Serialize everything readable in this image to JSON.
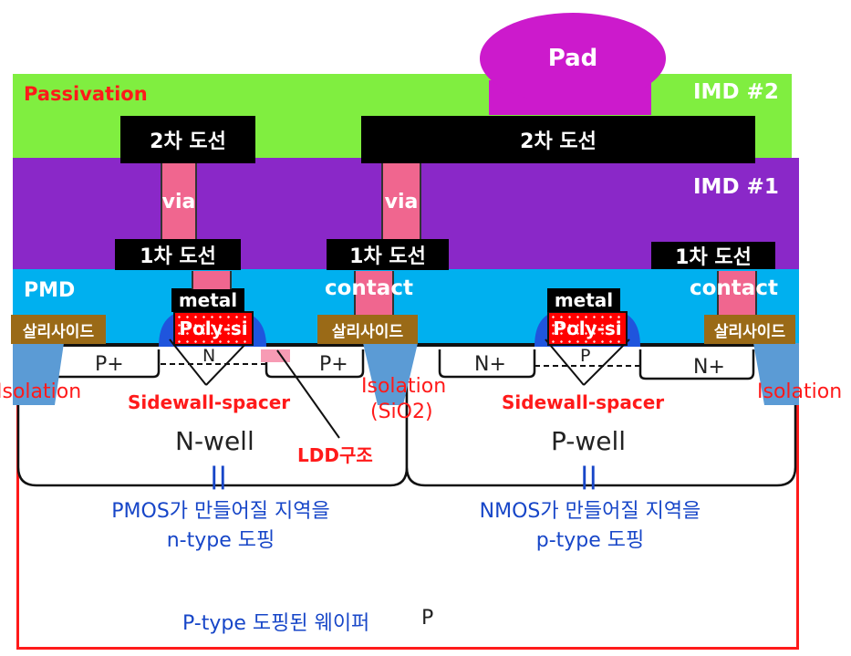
{
  "layers": {
    "passivation": "Passivation",
    "imd2": "IMD #2",
    "imd1": "IMD #1",
    "pmd": "PMD",
    "pad": "Pad"
  },
  "metal2": {
    "left": "2차 도선",
    "right": "2차 도선"
  },
  "via": {
    "left": "via",
    "right": "via"
  },
  "metal1": {
    "left": "1차 도선",
    "mid": "1차 도선",
    "right": "1차 도선"
  },
  "contact": {
    "left": "contact",
    "right": "contact"
  },
  "gate": {
    "metal_left": "metal",
    "metal_right": "metal",
    "poly_left": "Poly-si",
    "poly_right": "Poly-si"
  },
  "salicide": {
    "a": "살리사이드",
    "b": "살리사이드",
    "c": "살리사이드"
  },
  "doping": {
    "p_plus_left": "P+",
    "p_plus_right": "P+",
    "n_plus_left": "N+",
    "n_plus_right": "N+",
    "channel_n": "N",
    "channel_p": "P"
  },
  "labels": {
    "isolation_left": "Isolation",
    "isolation_mid": "Isolation",
    "isolation_mid_sub": "(SiO2)",
    "isolation_right": "Isolation",
    "sidewall_left": "Sidewall-spacer",
    "sidewall_right": "Sidewall-spacer",
    "ldd": "LDD구조",
    "nwell": "N-well",
    "pwell": "P-well",
    "eq_left": "||",
    "eq_right": "||",
    "pmos_line1": "PMOS가 만들어질 지역을",
    "pmos_line2": "n-type 도핑",
    "nmos_line1": "NMOS가 만들어질 지역을",
    "nmos_line2": "p-type 도핑",
    "wafer": "P-type 도핑된 웨이퍼",
    "wafer_p": "P"
  },
  "colors": {
    "imd2": "#80ee40",
    "imd1": "#8a28c8",
    "pmd": "#00b0ef",
    "pad": "#cc1acc",
    "via": "#f0668f",
    "salicide": "#9a6a17",
    "poly": "#ff0000",
    "spacer": "#1f55dd",
    "isolation": "#5b9bd5",
    "wafer_outline": "#ff1a1a",
    "label_red": "#ff1a1a",
    "label_blue": "#1746c8"
  }
}
